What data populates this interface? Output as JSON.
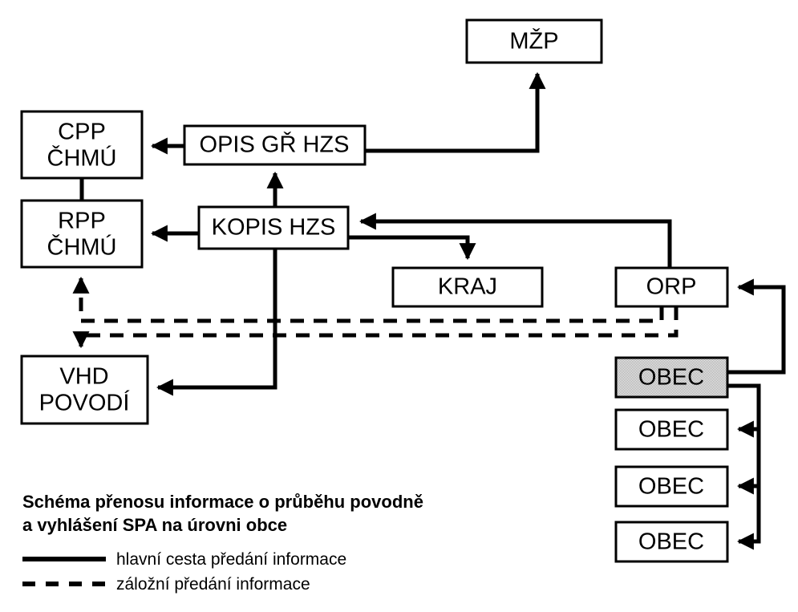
{
  "diagram": {
    "title_lines": [
      "Schéma přenosu informace o průběhu povodně",
      "a vyhlášení SPA na úrovni obce"
    ],
    "nodes": {
      "mzp": {
        "label": "MŽP"
      },
      "cpp": {
        "line1": "CPP",
        "line2": "ČHMÚ"
      },
      "rpp": {
        "line1": "RPP",
        "line2": "ČHMÚ"
      },
      "vhd": {
        "line1": "VHD",
        "line2": "POVODÍ"
      },
      "opis": {
        "label": "OPIS GŘ HZS"
      },
      "kopis": {
        "label": "KOPIS HZS"
      },
      "kraj": {
        "label": "KRAJ"
      },
      "orp": {
        "label": "ORP"
      },
      "obec_highlight": {
        "label": "OBEC"
      },
      "obec_2": {
        "label": "OBEC"
      },
      "obec_3": {
        "label": "OBEC"
      },
      "obec_4": {
        "label": "OBEC"
      }
    },
    "legend": [
      {
        "style": "solid",
        "label": "hlavní cesta předání informace"
      },
      {
        "style": "dashed",
        "label": "záložní předání informace"
      }
    ],
    "colors": {
      "line": "#000000",
      "box_fill": "#ffffff",
      "highlight_fill": "#c0c0c0",
      "background": "#ffffff"
    }
  }
}
